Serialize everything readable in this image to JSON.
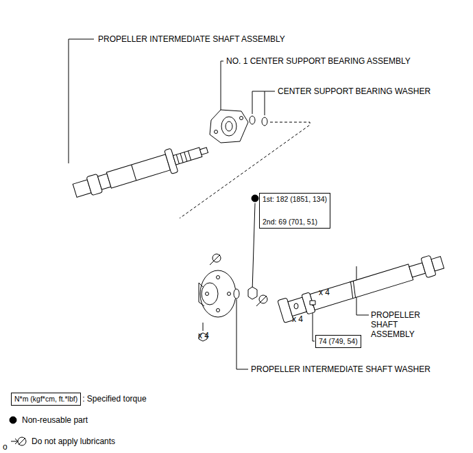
{
  "diagram": {
    "nodes": [
      {
        "text": [
          "1st: 182 (1851, 134)",
          "2nd: 69 (701, 51)"
        ]
      },
      {
        "text": [
          "74 (749, 54)"
        ]
      },
      {
        "text": [
          "N*m (kgf*cm, ft.*lbf)"
        ]
      }
    ],
    "labels": [
      "PROPELLER INTERMEDIATE SHAFT ASSEMBLY",
      "NO. 1 CENTER SUPPORT BEARING ASSEMBLY",
      "CENTER SUPPORT BEARING WASHER",
      "x 4",
      "x 4",
      "PROPELLER SHAFT ASSEMBLY",
      "x 4",
      "PROPELLER INTERMEDIATE SHAFT WASHER",
      "o"
    ],
    "legend": [
      {
        "text": ": Specified torque"
      },
      {
        "text": "Non-reusable part"
      },
      {
        "text": "Do not apply lubricants"
      }
    ]
  }
}
